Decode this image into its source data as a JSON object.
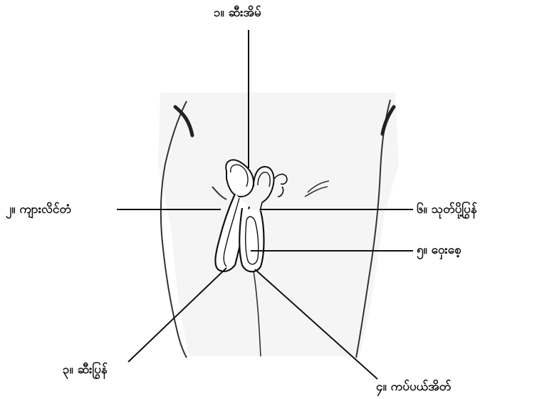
{
  "labels": {
    "l1": "၁။ ဆီးအိမ်",
    "l2": "၂။ ကျားလိင်တံ",
    "l3": "၃။ ဆီးပြွန်",
    "l4": "၄။ ကပ်ပယ်အိတ်",
    "l5": "၅။ ဝှေးစေ့",
    "l6": "၆။ သုတ်ပို့ပြွန်"
  },
  "colors": {
    "line": "#111111",
    "skin_shade": "#e9e9e9",
    "background": "#ffffff"
  }
}
